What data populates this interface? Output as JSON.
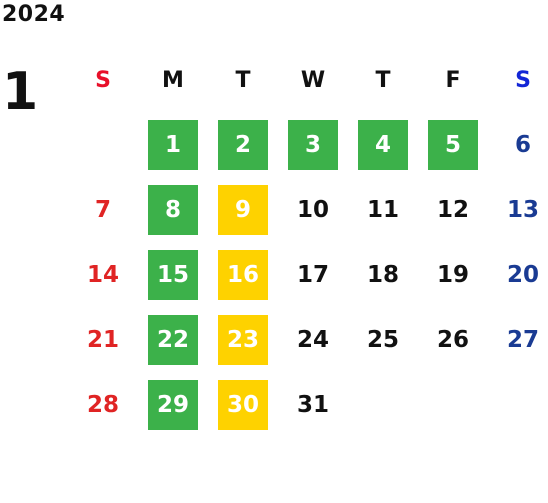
{
  "calendar": {
    "year": "2024",
    "month": "1",
    "weekdays": [
      "S",
      "M",
      "T",
      "W",
      "T",
      "F",
      "S"
    ],
    "colors": {
      "sunday": "#e02424",
      "saturday": "#1a3b93",
      "weekday": "#111111",
      "on_highlight": "#ffffff",
      "green": "#3cb14a",
      "yellow": "#fed200",
      "sunday_header": "#e8102a",
      "saturday_header": "#1326d6"
    },
    "weeks": [
      [
        {
          "day": ""
        },
        {
          "day": "1",
          "highlight": "green"
        },
        {
          "day": "2",
          "highlight": "green"
        },
        {
          "day": "3",
          "highlight": "green"
        },
        {
          "day": "4",
          "highlight": "green"
        },
        {
          "day": "5",
          "highlight": "green"
        },
        {
          "day": "6"
        }
      ],
      [
        {
          "day": "7"
        },
        {
          "day": "8",
          "highlight": "green"
        },
        {
          "day": "9",
          "highlight": "yellow"
        },
        {
          "day": "10"
        },
        {
          "day": "11"
        },
        {
          "day": "12"
        },
        {
          "day": "13"
        }
      ],
      [
        {
          "day": "14"
        },
        {
          "day": "15",
          "highlight": "green"
        },
        {
          "day": "16",
          "highlight": "yellow"
        },
        {
          "day": "17"
        },
        {
          "day": "18"
        },
        {
          "day": "19"
        },
        {
          "day": "20"
        }
      ],
      [
        {
          "day": "21"
        },
        {
          "day": "22",
          "highlight": "green"
        },
        {
          "day": "23",
          "highlight": "yellow"
        },
        {
          "day": "24"
        },
        {
          "day": "25"
        },
        {
          "day": "26"
        },
        {
          "day": "27"
        }
      ],
      [
        {
          "day": "28"
        },
        {
          "day": "29",
          "highlight": "green"
        },
        {
          "day": "30",
          "highlight": "yellow"
        },
        {
          "day": "31"
        },
        {
          "day": ""
        },
        {
          "day": ""
        },
        {
          "day": ""
        }
      ]
    ]
  }
}
